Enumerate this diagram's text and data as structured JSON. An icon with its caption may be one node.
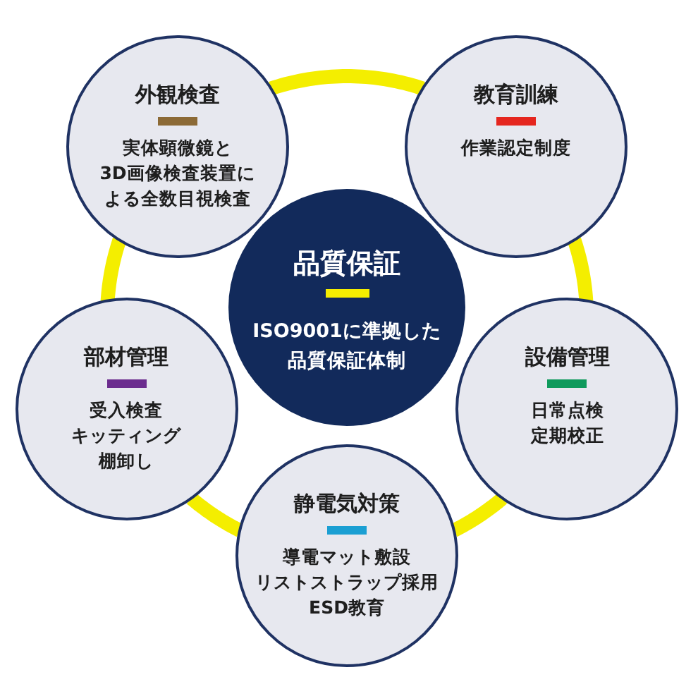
{
  "diagram": {
    "nodes": [
      {
        "text": [
          "外観検査",
          "実体顕微鏡と3D画像検査装置による全数目視検査"
        ]
      },
      {
        "text": [
          "教育訓練",
          "作業認定制度"
        ]
      },
      {
        "text": [
          "品質保証",
          "ISO9001に準拠した品質保証体制"
        ]
      },
      {
        "text": [
          "部材管理",
          "受入検査キッティング棚卸し"
        ]
      },
      {
        "text": [
          "設備管理",
          "日常点検定期校正"
        ]
      },
      {
        "text": [
          "静電気対策",
          "導電マット敷設リストストラップ採用ESD教育"
        ]
      }
    ],
    "edges": [
      {
        "from": 0,
        "to": 1,
        "arrow": "none"
      },
      {
        "from": 1,
        "to": 4,
        "arrow": "none"
      },
      {
        "from": 4,
        "to": 5,
        "arrow": "none"
      },
      {
        "from": 5,
        "to": 3,
        "arrow": "none"
      },
      {
        "from": 3,
        "to": 0,
        "arrow": "none"
      }
    ]
  }
}
